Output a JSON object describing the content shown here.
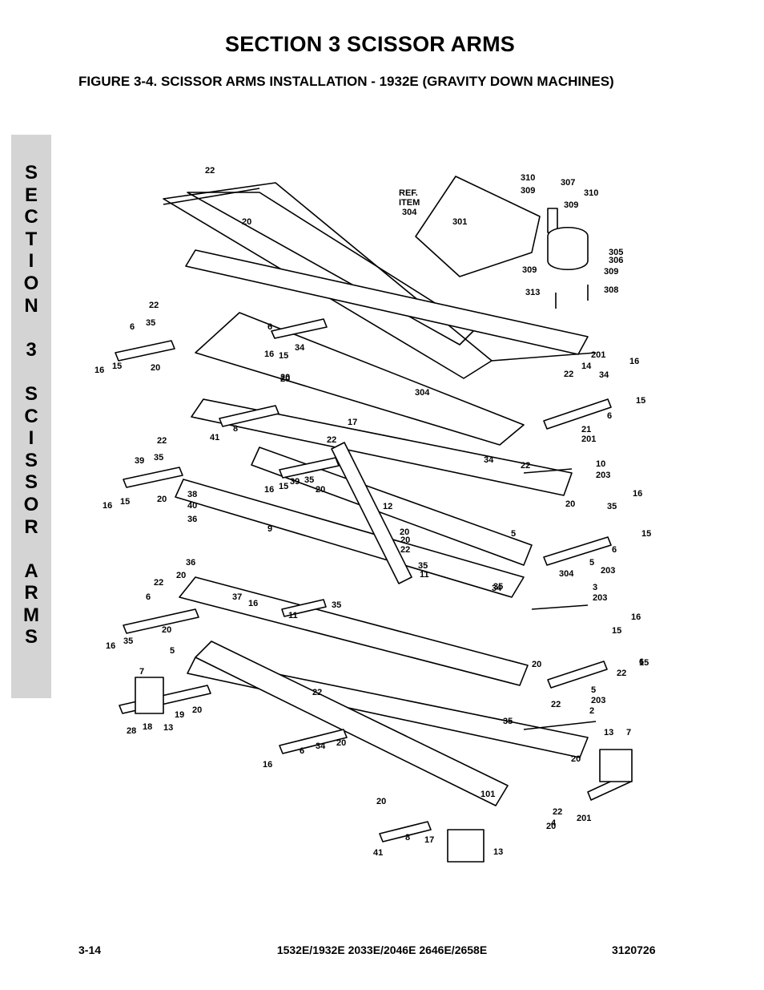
{
  "section_title": "SECTION 3  SCISSOR ARMS",
  "figure_title": "FIGURE 3-4.    SCISSOR ARMS INSTALLATION - 1932E (GRAVITY DOWN MACHINES)",
  "side_tab": "S\nE\nC\nT\nI\nO\nN\n\n3\n\nS\nC\nI\nS\nS\nO\nR\n\nA\nR\nM\nS",
  "diagram": {
    "ref_item": [
      "REF.",
      "ITEM",
      "304"
    ],
    "callouts": [
      "22",
      "20",
      "310",
      "309",
      "307",
      "310",
      "309",
      "301",
      "305",
      "306",
      "309",
      "309",
      "313",
      "308",
      "22",
      "6",
      "35",
      "16",
      "15",
      "20",
      "6",
      "16",
      "15",
      "34",
      "20",
      "201",
      "22",
      "14",
      "16",
      "34",
      "15",
      "20",
      "304",
      "17",
      "41",
      "8",
      "21",
      "201",
      "6",
      "22",
      "39",
      "35",
      "16",
      "15",
      "20",
      "22",
      "16",
      "15",
      "39",
      "35",
      "20",
      "34",
      "22",
      "10",
      "203",
      "38",
      "40",
      "36",
      "12",
      "20",
      "16",
      "35",
      "20",
      "15",
      "9",
      "20",
      "22",
      "6",
      "5",
      "35",
      "11",
      "5",
      "203",
      "36",
      "20",
      "22",
      "304",
      "34",
      "6",
      "37",
      "16",
      "11",
      "35",
      "35",
      "3",
      "203",
      "16",
      "15",
      "20",
      "16",
      "35",
      "15",
      "6",
      "22",
      "5",
      "20",
      "7",
      "5",
      "203",
      "22",
      "19",
      "20",
      "28",
      "18",
      "13",
      "22",
      "2",
      "35",
      "6",
      "34",
      "20",
      "16",
      "13",
      "7",
      "20",
      "20",
      "101",
      "22",
      "4",
      "201",
      "41",
      "8",
      "17",
      "20",
      "13"
    ]
  },
  "footer": {
    "page": "3-14",
    "models": "1532E/1932E 2033E/2046E 2646E/2658E",
    "doc_number": "3120726"
  }
}
